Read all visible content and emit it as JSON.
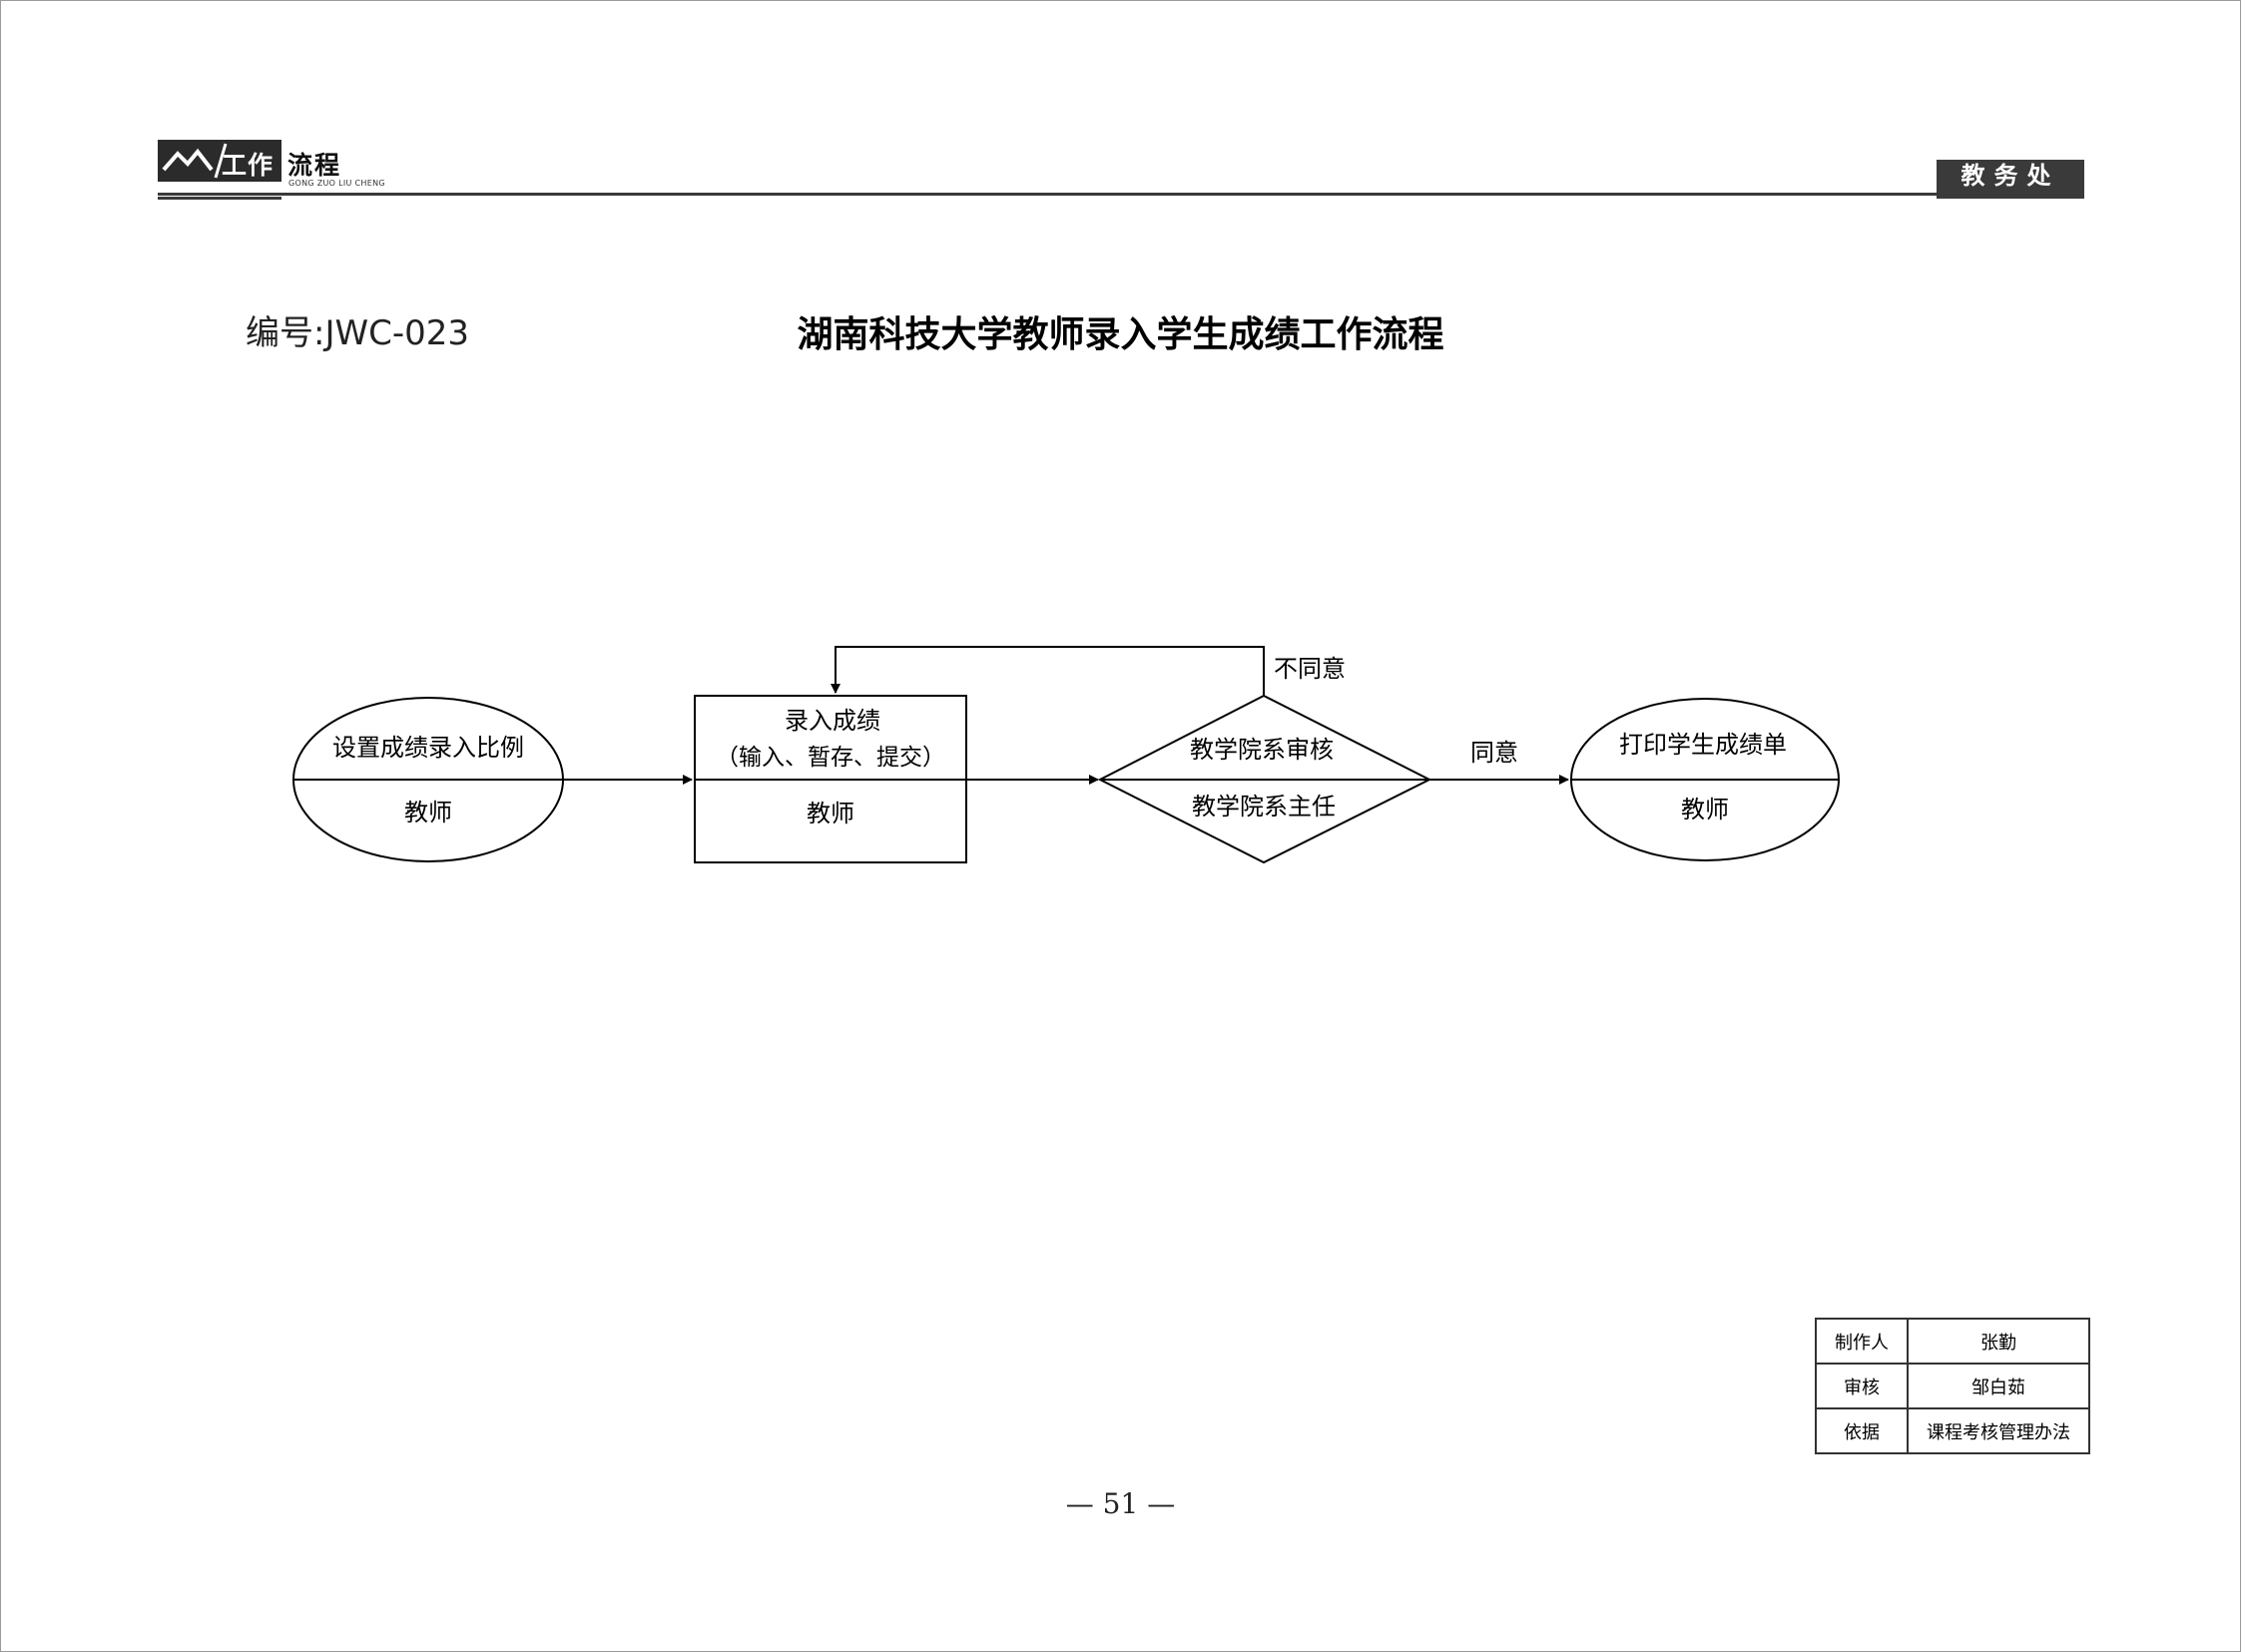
{
  "header": {
    "logo_text": "工作",
    "title": "流程",
    "subtitle": "GONG ZUO LIU CHENG",
    "department": "教务处"
  },
  "document": {
    "number": "编号:JWC-023",
    "title": "湖南科技大学教师录入学生成绩工作流程"
  },
  "flow": {
    "nodes": [
      {
        "id": "start",
        "shape": "ellipse",
        "label": "设置成绩录入比例",
        "role": "教师"
      },
      {
        "id": "enter",
        "shape": "rectangle",
        "label": "录入成绩",
        "label2": "（输入、暂存、提交）",
        "role": "教师"
      },
      {
        "id": "review",
        "shape": "diamond",
        "label": "教学院系审核",
        "role": "教学院系主任"
      },
      {
        "id": "print",
        "shape": "ellipse",
        "label": "打印学生成绩单",
        "role": "教师"
      }
    ],
    "edges": [
      {
        "from": "start",
        "to": "enter",
        "label": ""
      },
      {
        "from": "enter",
        "to": "review",
        "label": ""
      },
      {
        "from": "review",
        "to": "enter",
        "label": "不同意"
      },
      {
        "from": "review",
        "to": "print",
        "label": "同意"
      }
    ]
  },
  "info": [
    {
      "key": "制作人",
      "value": "张勤"
    },
    {
      "key": "审核",
      "value": "邹白茹"
    },
    {
      "key": "依据",
      "value": "课程考核管理办法"
    }
  ],
  "page_number": "— 51 —"
}
